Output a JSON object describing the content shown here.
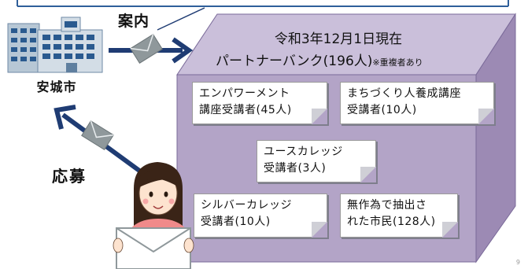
{
  "labels": {
    "guide": "案内",
    "city": "安城市",
    "apply": "応募"
  },
  "box": {
    "title": "令和3年12月1日現在",
    "subtitle": "パートナーバンク(196人)",
    "note": "※重複者あり"
  },
  "cards": [
    {
      "line1": "エンパワーメント",
      "line2": "講座受講者(45人)"
    },
    {
      "line1": "まちづくり人養成講座",
      "line2": "受講者(10人)"
    },
    {
      "line1": "ユースカレッジ",
      "line2": "受講者(3人)"
    },
    {
      "line1": "シルバーカレッジ",
      "line2": "受講者(10人)"
    },
    {
      "line1": "無作為で抽出さ",
      "line2": "れた市民(128人)"
    }
  ],
  "page_number": "9",
  "colors": {
    "box_front": "#b3a4c7",
    "box_top": "#cabfda",
    "box_side": "#9c8ab4",
    "box_border": "#7a6a99",
    "arrow": "#1f3c73",
    "envelope": "#8f989b"
  }
}
